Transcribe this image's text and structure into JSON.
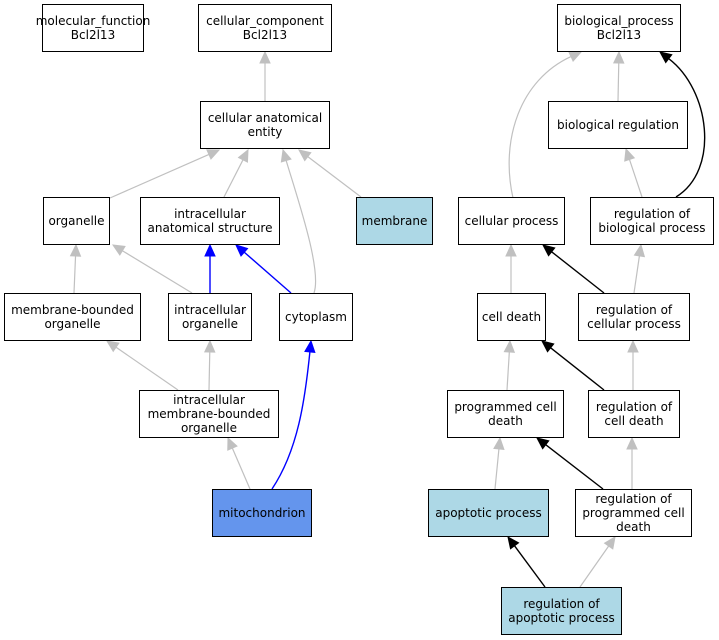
{
  "colors": {
    "default_fill": "#ffffff",
    "highlight_fill": "#add8e6",
    "focus_fill": "#6495ed",
    "edge_is_a": "#c0c0c0",
    "edge_part_of": "#0000ff",
    "edge_regulates": "#000000"
  },
  "nodes": [
    {
      "id": "molecular_function",
      "label": "molecular_function\nBcl2l13",
      "fill": "default"
    },
    {
      "id": "cellular_component",
      "label": "cellular_component\nBcl2l13",
      "fill": "default"
    },
    {
      "id": "biological_process",
      "label": "biological_process\nBcl2l13",
      "fill": "default"
    },
    {
      "id": "cellular_anatomical_entity",
      "label": "cellular anatomical\nentity",
      "fill": "default"
    },
    {
      "id": "biological_regulation",
      "label": "biological regulation",
      "fill": "default"
    },
    {
      "id": "organelle",
      "label": "organelle",
      "fill": "default"
    },
    {
      "id": "intracellular_anatomical_structure",
      "label": "intracellular\nanatomical structure",
      "fill": "default"
    },
    {
      "id": "membrane",
      "label": "membrane",
      "fill": "highlight"
    },
    {
      "id": "cellular_process",
      "label": "cellular process",
      "fill": "default"
    },
    {
      "id": "regulation_of_biological_process",
      "label": "regulation of\nbiological process",
      "fill": "default"
    },
    {
      "id": "membrane_bounded_organelle",
      "label": "membrane-bounded\norganelle",
      "fill": "default"
    },
    {
      "id": "intracellular_organelle",
      "label": "intracellular\norganelle",
      "fill": "default"
    },
    {
      "id": "cytoplasm",
      "label": "cytoplasm",
      "fill": "default"
    },
    {
      "id": "cell_death",
      "label": "cell death",
      "fill": "default"
    },
    {
      "id": "regulation_of_cellular_process",
      "label": "regulation of\ncellular process",
      "fill": "default"
    },
    {
      "id": "intracellular_membrane_bounded_organelle",
      "label": "intracellular\nmembrane-bounded\norganelle",
      "fill": "default"
    },
    {
      "id": "programmed_cell_death",
      "label": "programmed cell\ndeath",
      "fill": "default"
    },
    {
      "id": "regulation_of_cell_death",
      "label": "regulation of\ncell death",
      "fill": "default"
    },
    {
      "id": "mitochondrion",
      "label": "mitochondrion",
      "fill": "focus"
    },
    {
      "id": "apoptotic_process",
      "label": "apoptotic process",
      "fill": "highlight"
    },
    {
      "id": "regulation_of_programmed_cell_death",
      "label": "regulation of\nprogrammed cell\ndeath",
      "fill": "default"
    },
    {
      "id": "regulation_of_apoptotic_process",
      "label": "regulation of\napoptotic process",
      "fill": "highlight"
    }
  ],
  "edges": [
    {
      "from": "cellular_anatomical_entity",
      "to": "cellular_component",
      "type": "is_a"
    },
    {
      "from": "organelle",
      "to": "cellular_anatomical_entity",
      "type": "is_a"
    },
    {
      "from": "intracellular_anatomical_structure",
      "to": "cellular_anatomical_entity",
      "type": "is_a"
    },
    {
      "from": "cytoplasm",
      "to": "cellular_anatomical_entity",
      "type": "is_a"
    },
    {
      "from": "membrane",
      "to": "cellular_anatomical_entity",
      "type": "is_a"
    },
    {
      "from": "membrane_bounded_organelle",
      "to": "organelle",
      "type": "is_a"
    },
    {
      "from": "intracellular_organelle",
      "to": "organelle",
      "type": "is_a"
    },
    {
      "from": "intracellular_organelle",
      "to": "intracellular_anatomical_structure",
      "type": "part_of"
    },
    {
      "from": "cytoplasm",
      "to": "intracellular_anatomical_structure",
      "type": "part_of"
    },
    {
      "from": "intracellular_membrane_bounded_organelle",
      "to": "membrane_bounded_organelle",
      "type": "is_a"
    },
    {
      "from": "intracellular_membrane_bounded_organelle",
      "to": "intracellular_organelle",
      "type": "is_a"
    },
    {
      "from": "mitochondrion",
      "to": "intracellular_membrane_bounded_organelle",
      "type": "is_a"
    },
    {
      "from": "mitochondrion",
      "to": "cytoplasm",
      "type": "part_of"
    },
    {
      "from": "cellular_process",
      "to": "biological_process",
      "type": "is_a"
    },
    {
      "from": "biological_regulation",
      "to": "biological_process",
      "type": "is_a"
    },
    {
      "from": "regulation_of_biological_process",
      "to": "biological_regulation",
      "type": "is_a"
    },
    {
      "from": "regulation_of_biological_process",
      "to": "biological_process",
      "type": "regulates"
    },
    {
      "from": "cell_death",
      "to": "cellular_process",
      "type": "is_a"
    },
    {
      "from": "regulation_of_cellular_process",
      "to": "cellular_process",
      "type": "regulates"
    },
    {
      "from": "regulation_of_cellular_process",
      "to": "regulation_of_biological_process",
      "type": "is_a"
    },
    {
      "from": "programmed_cell_death",
      "to": "cell_death",
      "type": "is_a"
    },
    {
      "from": "regulation_of_cell_death",
      "to": "cell_death",
      "type": "regulates"
    },
    {
      "from": "regulation_of_cell_death",
      "to": "regulation_of_cellular_process",
      "type": "is_a"
    },
    {
      "from": "apoptotic_process",
      "to": "programmed_cell_death",
      "type": "is_a"
    },
    {
      "from": "regulation_of_programmed_cell_death",
      "to": "programmed_cell_death",
      "type": "regulates"
    },
    {
      "from": "regulation_of_programmed_cell_death",
      "to": "regulation_of_cell_death",
      "type": "is_a"
    },
    {
      "from": "regulation_of_apoptotic_process",
      "to": "apoptotic_process",
      "type": "regulates"
    },
    {
      "from": "regulation_of_apoptotic_process",
      "to": "regulation_of_programmed_cell_death",
      "type": "is_a"
    }
  ]
}
